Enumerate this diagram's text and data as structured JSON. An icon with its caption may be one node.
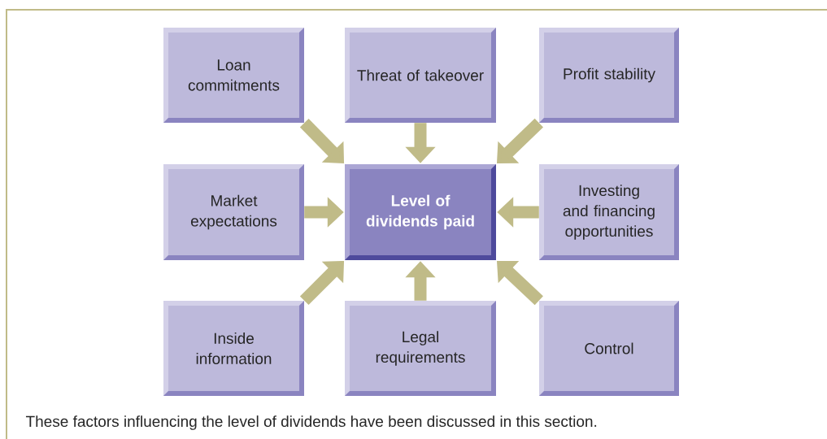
{
  "diagram": {
    "caption": "These factors influencing the level of dividends have been discussed in this section.",
    "nodes": [
      {
        "text": [
          "Loan commitments"
        ]
      },
      {
        "text": [
          "Threat of takeover"
        ]
      },
      {
        "text": [
          "Profit stability"
        ]
      },
      {
        "text": [
          "Market expectations"
        ]
      },
      {
        "text": [
          "Level of dividends paid"
        ]
      },
      {
        "text": [
          "Investing and financing opportunities"
        ]
      },
      {
        "text": [
          "Inside information"
        ]
      },
      {
        "text": [
          "Legal requirements"
        ]
      },
      {
        "text": [
          "Control"
        ]
      }
    ],
    "edges": [
      {
        "from": 0,
        "to": 4,
        "arrow": "to"
      },
      {
        "from": 1,
        "to": 4,
        "arrow": "to"
      },
      {
        "from": 2,
        "to": 4,
        "arrow": "to"
      },
      {
        "from": 3,
        "to": 4,
        "arrow": "to"
      },
      {
        "from": 5,
        "to": 4,
        "arrow": "to"
      },
      {
        "from": 6,
        "to": 4,
        "arrow": "to"
      },
      {
        "from": 7,
        "to": 4,
        "arrow": "to"
      },
      {
        "from": 8,
        "to": 4,
        "arrow": "to"
      }
    ]
  }
}
